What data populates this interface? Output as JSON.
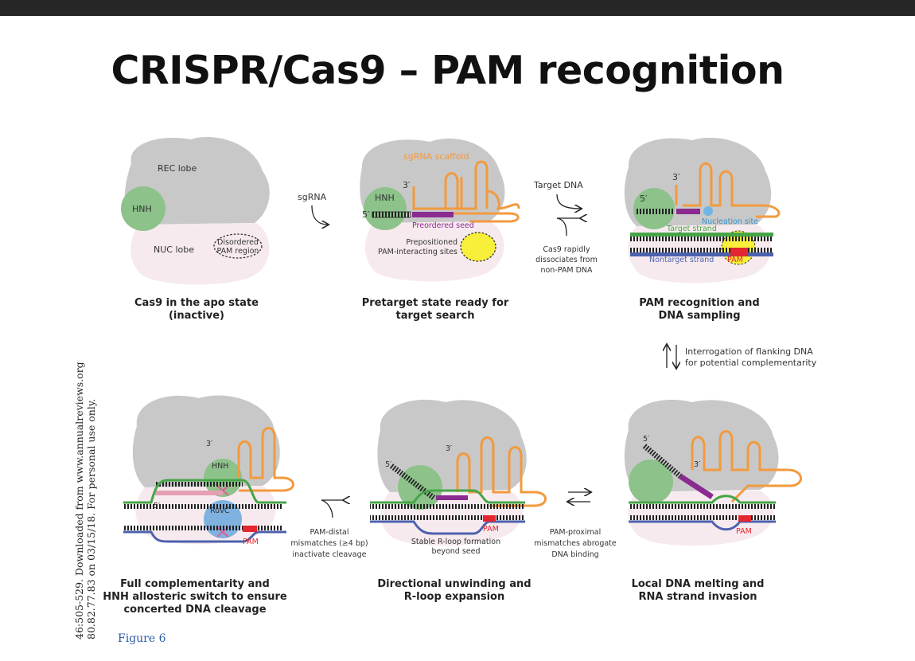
{
  "title": "CRISPR/Cas9 – PAM recognition",
  "side_note": [
    "46:505-529. Downloaded from www.annualreviews.org",
    "80.82.77.83 on 03/15/18. For personal use only."
  ],
  "figure_label": "Figure 6",
  "panels": {
    "apo": {
      "rec_lobe": "REC lobe",
      "hnh": "HNH",
      "nuc_lobe": "NUC lobe",
      "disordered": [
        "Disordered",
        "PAM region"
      ],
      "caption": [
        "Cas9 in the apo state",
        "(inactive)"
      ]
    },
    "pretarget": {
      "scaffold": "sgRNA scaffold",
      "three_prime": "3′",
      "five_prime": "5′",
      "hnh": "HNH",
      "seed": "Preordered seed",
      "prepositioned": [
        "Prepositioned",
        "PAM-interacting sites"
      ],
      "caption": [
        "Pretarget state ready for",
        "target search"
      ]
    },
    "pam_recognition": {
      "three_prime": "3′",
      "five_prime": "5′",
      "nucleation": "Nucleation site",
      "target_strand": "Target strand",
      "nontarget_strand": "Nontarget strand",
      "pam": "PAM",
      "caption": [
        "PAM recognition and",
        "DNA sampling"
      ]
    },
    "melting": {
      "five_prime": "5′",
      "three_prime": "3′",
      "pam": "PAM",
      "caption": [
        "Local DNA melting and",
        "RNA strand invasion"
      ]
    },
    "unwinding": {
      "five_prime": "5′",
      "three_prime": "3′",
      "pam": "PAM",
      "rloop": [
        "Stable R-loop formation",
        "beyond seed"
      ],
      "caption": [
        "Directional unwinding and",
        "R-loop expansion"
      ]
    },
    "cleavage": {
      "three_prime": "3′",
      "five_prime": "5′",
      "hnh": "HNH",
      "ruvc": "RuvC",
      "pam": "PAM",
      "caption": [
        "Full complementarity and",
        "HNH allosteric switch to ensure",
        "concerted DNA cleavage"
      ]
    }
  },
  "transitions": {
    "sgrna": "sgRNA",
    "target_dna": "Target DNA",
    "dissociates": [
      "Cas9 rapidly",
      "dissociates from",
      "non-PAM DNA"
    ],
    "interrogation": [
      "Interrogation of flanking DNA",
      "for potential complementarity"
    ],
    "pam_proximal": [
      "PAM-proximal",
      "mismatches abrogate",
      "DNA binding"
    ],
    "pam_distal": [
      "PAM-distal",
      "mismatches (≥4 bp)",
      "inactivate cleavage"
    ]
  },
  "colors": {
    "rec_lobe": "#c8c8c9",
    "nuc_lobe": "#f7eaee",
    "hnh": "#8dc28a",
    "ruvc": "#7fb2e0",
    "sgrna": "#f29a3d",
    "seed": "#8a2b90",
    "target": "#46a547",
    "nontarget": "#4c62ad",
    "pam": "#e3262f",
    "pam_site": "#f8ef3a",
    "nucleation": "#6fb6e4",
    "dna": "#222222"
  }
}
